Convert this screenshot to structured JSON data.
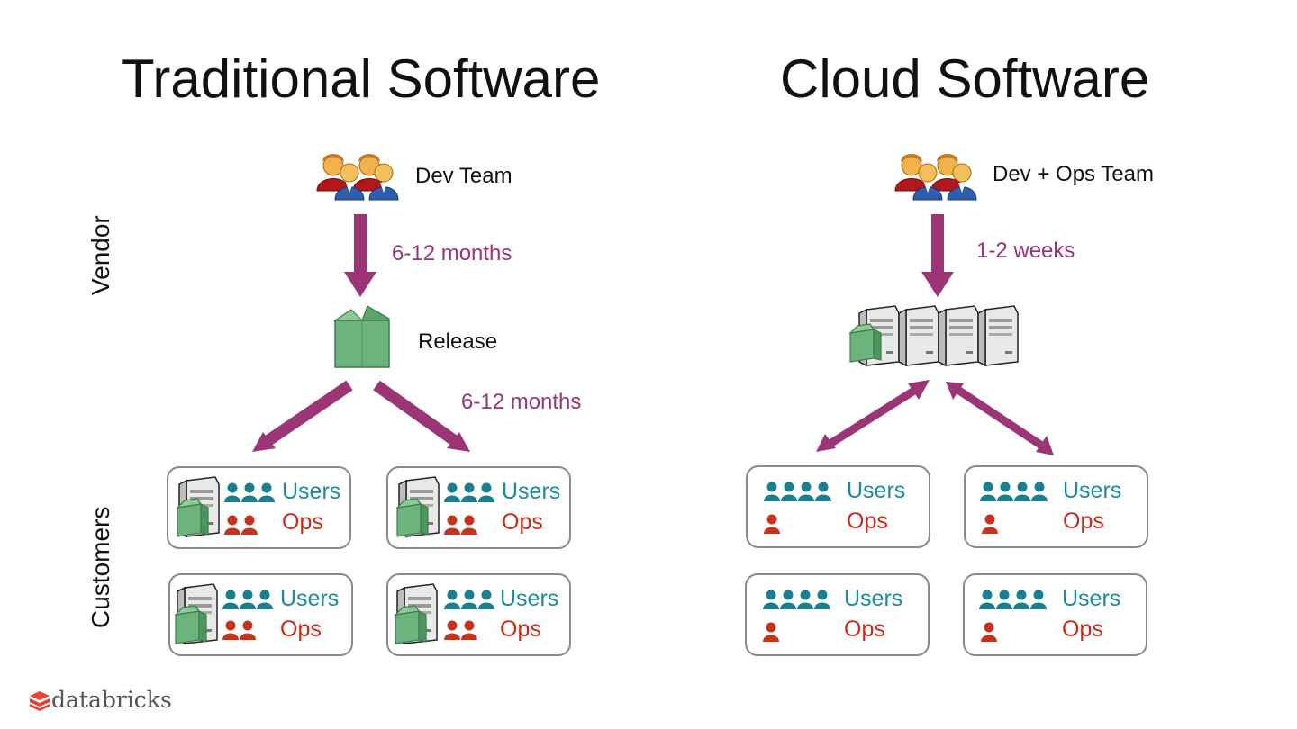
{
  "left": {
    "title": "Traditional Software",
    "dev_label": "Dev Team",
    "dev_duration": "6-12 months",
    "release_label": "Release",
    "ship_duration": "6-12 months"
  },
  "right": {
    "title": "Cloud Software",
    "dev_label": "Dev + Ops Team",
    "dev_duration": "1-2 weeks"
  },
  "side_labels": {
    "vendor": "Vendor",
    "customers": "Customers"
  },
  "box_labels": {
    "users": "Users",
    "ops": "Ops"
  },
  "logo": {
    "text": "databricks"
  },
  "colors": {
    "arrow": "#9c3576",
    "users": "#1a8c9c",
    "ops": "#d0291c",
    "package": "#6db37d"
  }
}
